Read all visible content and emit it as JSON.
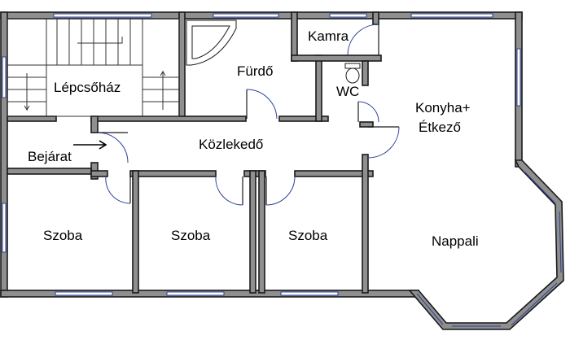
{
  "rooms": {
    "stairwell": "Lépcsőház",
    "bathroom": "Fürdő",
    "pantry": "Kamra",
    "wc": "WC",
    "kitchen_line1": "Konyha+",
    "kitchen_line2": "Étkező",
    "hallway": "Közlekedő",
    "entrance": "Bejárat",
    "room_left": "Szoba",
    "room_middle": "Szoba",
    "room_right": "Szoba",
    "living_room": "Nappali"
  },
  "colors": {
    "wall": "#8f8f8f",
    "wall_outline": "#1a1a1a",
    "window_line": "#2a3f9a",
    "background": "#ffffff"
  }
}
